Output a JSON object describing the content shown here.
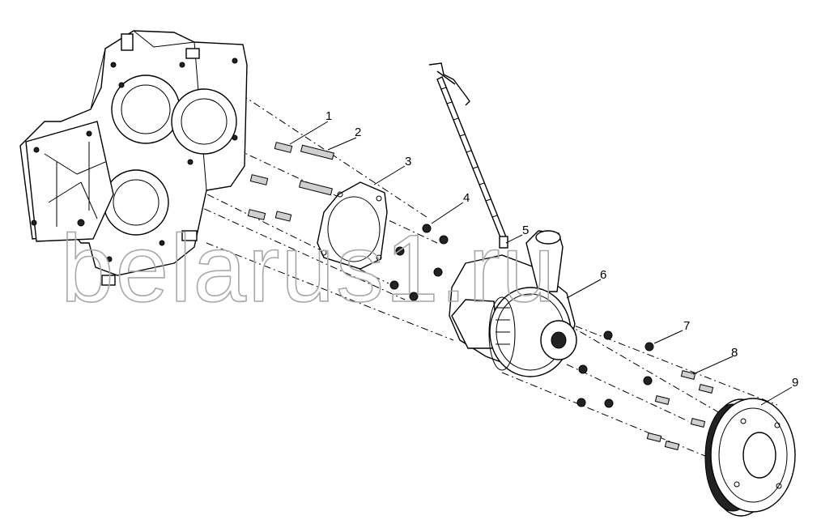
{
  "watermark": "belarus1.ru",
  "callouts": [
    {
      "id": "1",
      "label": "1"
    },
    {
      "id": "2",
      "label": "2"
    },
    {
      "id": "3",
      "label": "3"
    },
    {
      "id": "4",
      "label": "4"
    },
    {
      "id": "5",
      "label": "5"
    },
    {
      "id": "6",
      "label": "6"
    },
    {
      "id": "7",
      "label": "7"
    },
    {
      "id": "8",
      "label": "8"
    },
    {
      "id": "9",
      "label": "9"
    }
  ]
}
